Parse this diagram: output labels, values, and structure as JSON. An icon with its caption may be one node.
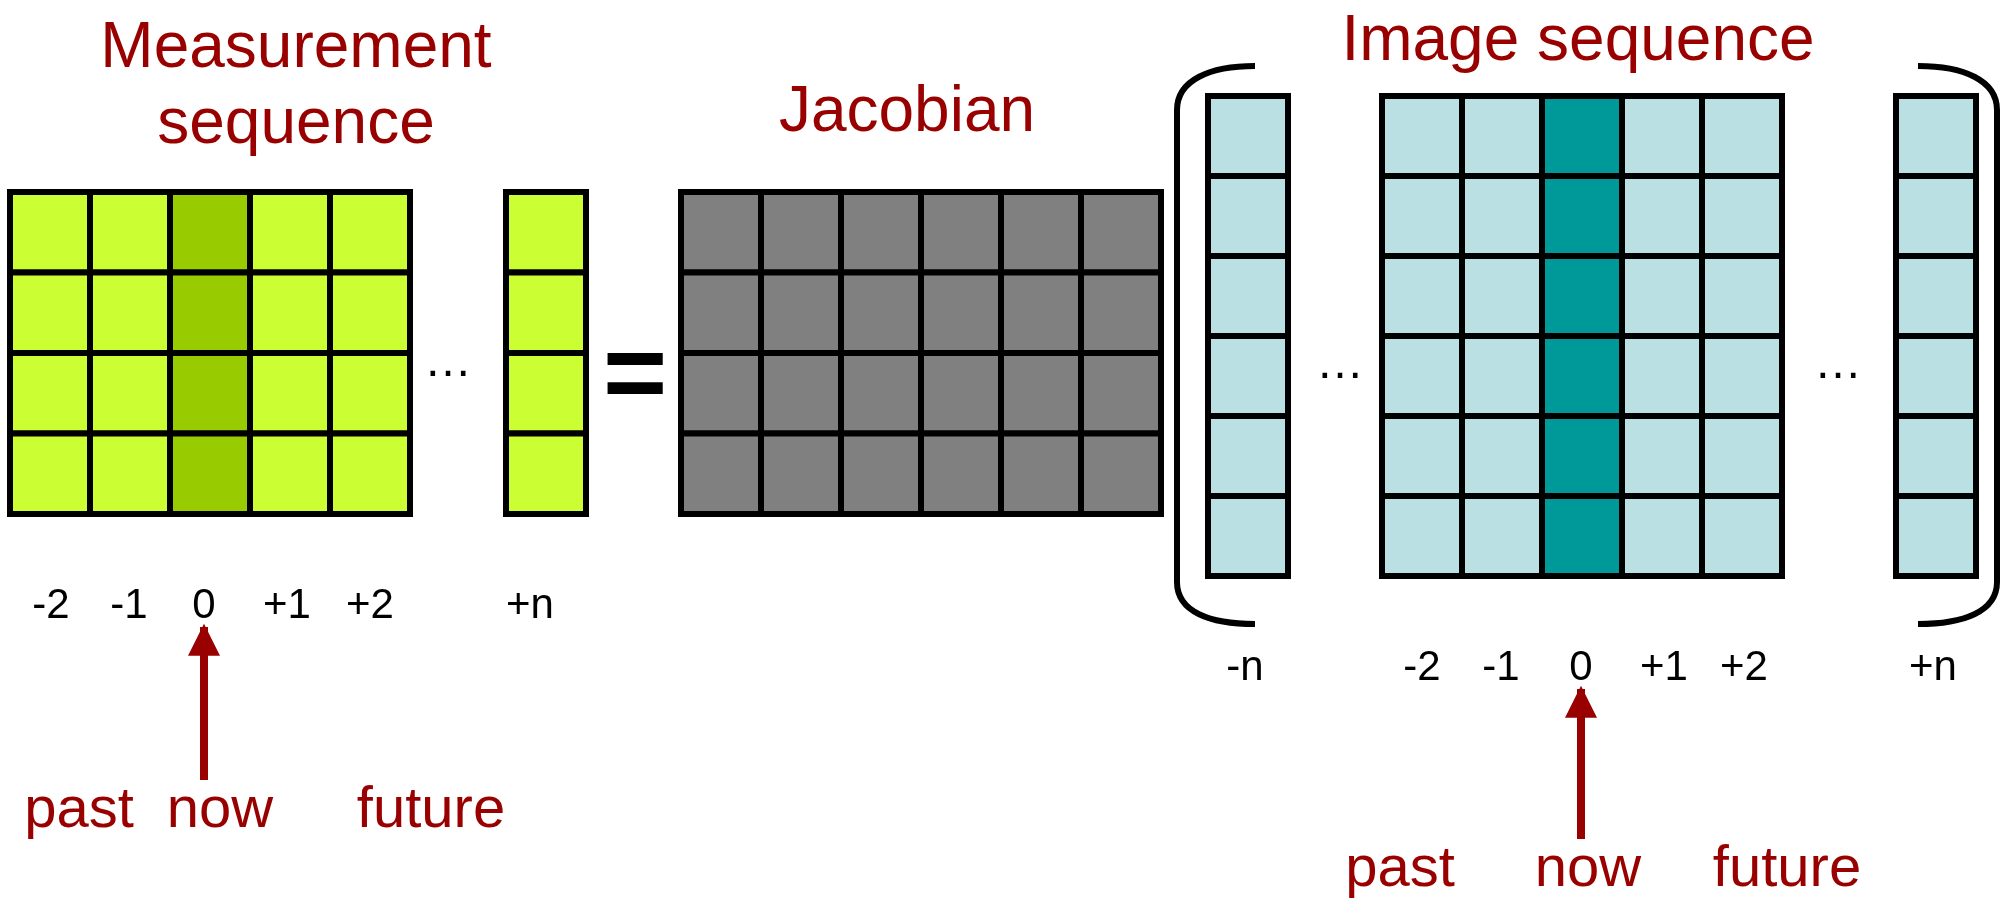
{
  "diagram": {
    "nodes": [
      {
        "text": [
          "0"
        ]
      },
      {
        "text": [
          "now"
        ]
      },
      {
        "text": [
          "0"
        ]
      },
      {
        "text": [
          "now"
        ]
      }
    ],
    "edges": [
      {
        "from": 1,
        "to": 0,
        "arrow": "to"
      },
      {
        "from": 3,
        "to": 2,
        "arrow": "to"
      }
    ],
    "labels": [
      "Measurement sequence",
      "Jacobian",
      "Image sequence",
      "…",
      "=",
      "…",
      "…",
      "-2",
      "-1",
      "+1",
      "+2",
      "+n",
      "-n",
      "-2",
      "-1",
      "+1",
      "+2",
      "+n",
      "past",
      "future",
      "past",
      "future"
    ]
  }
}
